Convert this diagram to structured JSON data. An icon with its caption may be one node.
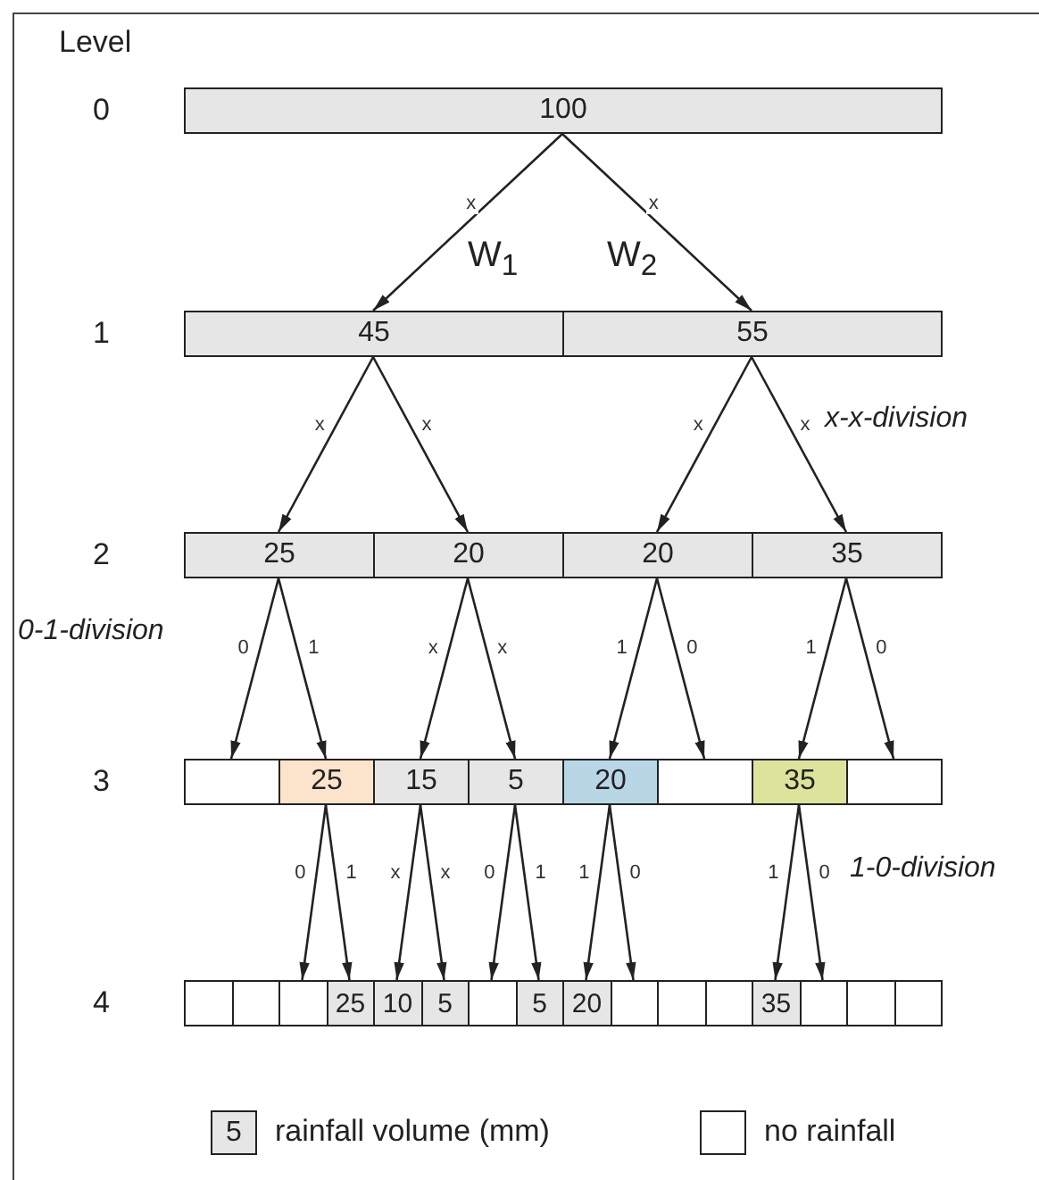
{
  "diagram": {
    "nodes": [
      {
        "text": [
          "100"
        ]
      },
      {
        "text": [
          "45"
        ]
      },
      {
        "text": [
          "55"
        ]
      },
      {
        "text": [
          "25"
        ]
      },
      {
        "text": [
          "20"
        ]
      },
      {
        "text": [
          "20"
        ]
      },
      {
        "text": [
          "35"
        ]
      },
      {
        "text": [],
        "shape": "box"
      },
      {
        "text": [
          "25"
        ]
      },
      {
        "text": [
          "15"
        ]
      },
      {
        "text": [
          "5"
        ]
      },
      {
        "text": [
          "20"
        ]
      },
      {
        "text": [],
        "shape": "box"
      },
      {
        "text": [
          "35"
        ]
      },
      {
        "text": [],
        "shape": "box"
      },
      {
        "text": [],
        "shape": "box"
      },
      {
        "text": [],
        "shape": "box"
      },
      {
        "text": [],
        "shape": "box"
      },
      {
        "text": [
          "25"
        ]
      },
      {
        "text": [
          "10"
        ]
      },
      {
        "text": [
          "5"
        ]
      },
      {
        "text": [],
        "shape": "box"
      },
      {
        "text": [
          "5"
        ]
      },
      {
        "text": [
          "20"
        ]
      },
      {
        "text": [],
        "shape": "box"
      },
      {
        "text": [],
        "shape": "box"
      },
      {
        "text": [],
        "shape": "box"
      },
      {
        "text": [
          "35"
        ]
      },
      {
        "text": [],
        "shape": "box"
      },
      {
        "text": [],
        "shape": "box"
      },
      {
        "text": [],
        "shape": "box"
      }
    ],
    "edges": [
      {
        "from": 0,
        "to": 1,
        "arrow": "to",
        "label": "x"
      },
      {
        "from": 0,
        "to": 2,
        "arrow": "to",
        "label": "x"
      },
      {
        "from": 1,
        "to": 3,
        "arrow": "to",
        "label": "x"
      },
      {
        "from": 1,
        "to": 4,
        "arrow": "to",
        "label": "x"
      },
      {
        "from": 2,
        "to": 5,
        "arrow": "to",
        "label": "x"
      },
      {
        "from": 2,
        "to": 6,
        "arrow": "to",
        "label": "x"
      },
      {
        "from": 3,
        "to": 7,
        "arrow": "to",
        "label": "0"
      },
      {
        "from": 3,
        "to": 8,
        "arrow": "to",
        "label": "1"
      },
      {
        "from": 4,
        "to": 9,
        "arrow": "to",
        "label": "x"
      },
      {
        "from": 4,
        "to": 10,
        "arrow": "to",
        "label": "x"
      },
      {
        "from": 5,
        "to": 11,
        "arrow": "to",
        "label": "1"
      },
      {
        "from": 5,
        "to": 12,
        "arrow": "to",
        "label": "0"
      },
      {
        "from": 6,
        "to": 13,
        "arrow": "to",
        "label": "1"
      },
      {
        "from": 6,
        "to": 14,
        "arrow": "to",
        "label": "0"
      },
      {
        "from": 8,
        "to": 17,
        "arrow": "to",
        "label": "0"
      },
      {
        "from": 8,
        "to": 18,
        "arrow": "to",
        "label": "1"
      },
      {
        "from": 9,
        "to": 19,
        "arrow": "to",
        "label": "x"
      },
      {
        "from": 9,
        "to": 20,
        "arrow": "to",
        "label": "x"
      },
      {
        "from": 10,
        "to": 21,
        "arrow": "to",
        "label": "0"
      },
      {
        "from": 10,
        "to": 22,
        "arrow": "to",
        "label": "1"
      },
      {
        "from": 11,
        "to": 23,
        "arrow": "to",
        "label": "1"
      },
      {
        "from": 11,
        "to": 24,
        "arrow": "to",
        "label": "0"
      },
      {
        "from": 13,
        "to": 27,
        "arrow": "to",
        "label": "1"
      },
      {
        "from": 13,
        "to": 28,
        "arrow": "to",
        "label": "0"
      }
    ],
    "labels": [
      "Level",
      "0",
      "1",
      "2",
      "3",
      "4",
      "W$_{1}$",
      "W$_{2}$",
      "x-x-division",
      "0-1-division",
      "1-0-division",
      "5"
    ],
    "legend": [
      {
        "text": "rainfall volume (mm)",
        "color": "#e6e6e6"
      },
      {
        "text": "no rainfall",
        "color": "#ffffff"
      }
    ]
  }
}
